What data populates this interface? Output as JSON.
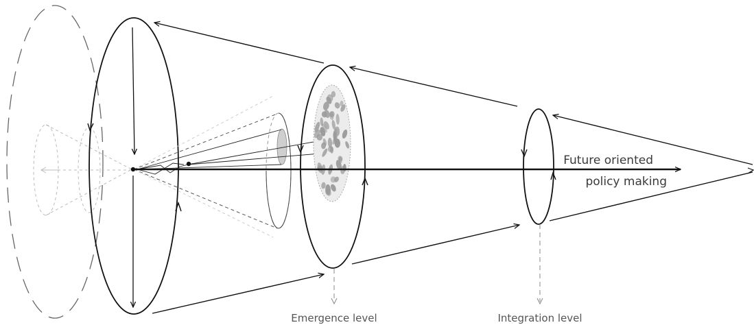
{
  "labels": {
    "axis_label_line1": "Future oriented",
    "axis_label_line2": "policy making",
    "emergence_level": "Emergence level",
    "integration_level": "Integration level"
  },
  "colors": {
    "ink": "#111111",
    "dashed_grey": "#777777",
    "light_grey": "#bdbdbd",
    "blob_fill": "#9a9a9a",
    "disc_fill": "#e6e6e6",
    "label_text": "#3a3a3a"
  }
}
